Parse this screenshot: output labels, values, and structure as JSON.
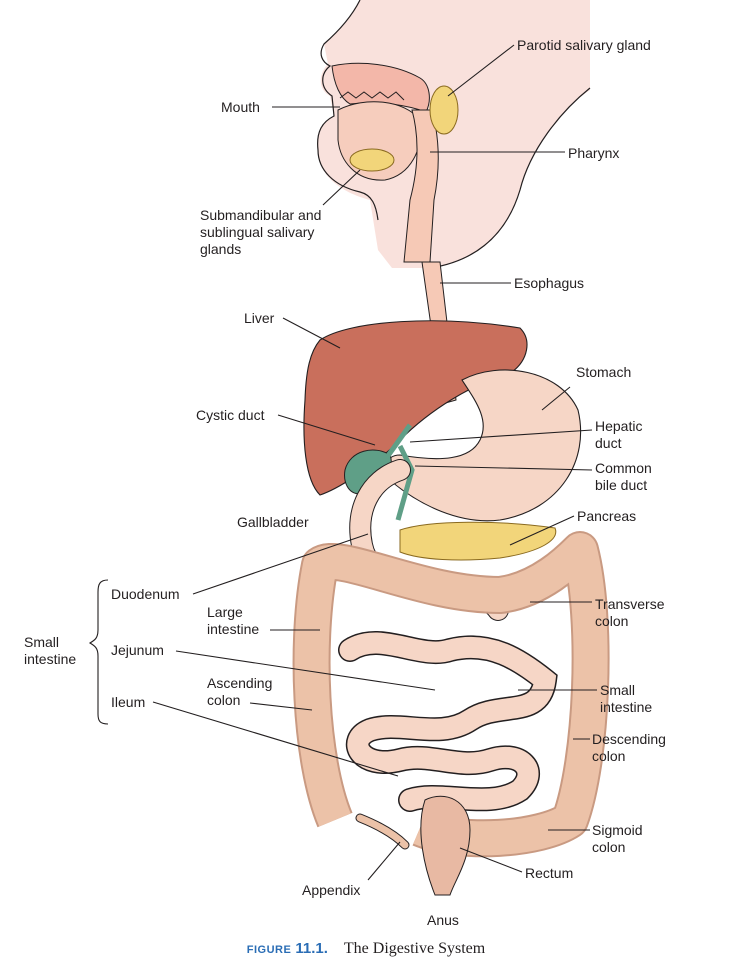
{
  "labels": {
    "parotid": "Parotid salivary gland",
    "mouth": "Mouth",
    "pharynx": "Pharynx",
    "submandibular": "Submandibular and\nsublingual salivary\nglands",
    "esophagus": "Esophagus",
    "liver": "Liver",
    "stomach": "Stomach",
    "cystic_duct": "Cystic duct",
    "hepatic_duct": "Hepatic\nduct",
    "common_bile_duct": "Common\nbile duct",
    "gallbladder": "Gallbladder",
    "pancreas": "Pancreas",
    "duodenum": "Duodenum",
    "large_intestine": "Large\nintestine",
    "transverse_colon": "Transverse\ncolon",
    "small_intestine_group": "Small\nintestine",
    "jejunum": "Jejunum",
    "ascending_colon": "Ascending\ncolon",
    "small_intestine": "Small\nintestine",
    "ileum": "Ileum",
    "descending_colon": "Descending\ncolon",
    "sigmoid_colon": "Sigmoid\ncolon",
    "rectum": "Rectum",
    "appendix": "Appendix",
    "anus": "Anus"
  },
  "caption": {
    "figure_word": "FIGURE",
    "number": "11.1.",
    "title": "The Digestive System"
  },
  "colors": {
    "skin": "#f9e1dc",
    "tissue": "#f6c9b6",
    "liver": "#c96f5c",
    "gallbladder": "#5f9f87",
    "gland": "#f2d57a",
    "colon": "#ecc2a8",
    "accent": "#2a6db5"
  }
}
